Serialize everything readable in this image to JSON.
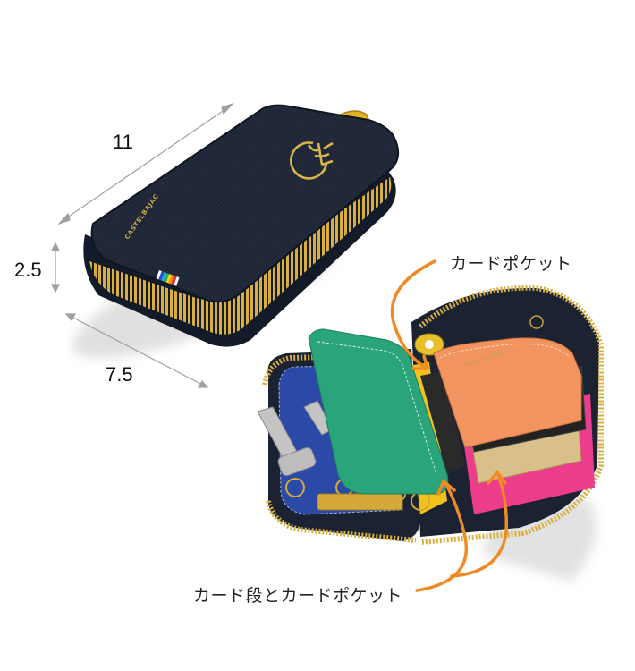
{
  "product": {
    "brand_text": "CASTELBAJAC",
    "closed_case_color": "#1b2333",
    "zipper_color": "#d4a93a",
    "rainbow_tab": [
      "#ffffff",
      "#1e4fd0",
      "#2ba5e0",
      "#2fb34a",
      "#f5d21e",
      "#f08a1e",
      "#e3262c",
      "#ffffff"
    ]
  },
  "dimensions": {
    "length": "11",
    "height": "2.5",
    "width": "7.5",
    "line_color": "#a0a0a0"
  },
  "callouts": {
    "top": "カードポケット",
    "bottom": "カード段とカードポケット",
    "arrow_color": "#f08a24"
  },
  "open_case": {
    "outer_color": "#1b2333",
    "inner_left_color": "#2b4aa8",
    "green_flap_color": "#2aa47a",
    "orange_pocket_color": "#f29460",
    "pink_pocket_color": "#ec3c8c",
    "yellow_lining_color": "#f2c11c",
    "card_color": "#2a2a2a",
    "gold_card_color": "#d9c08a"
  }
}
